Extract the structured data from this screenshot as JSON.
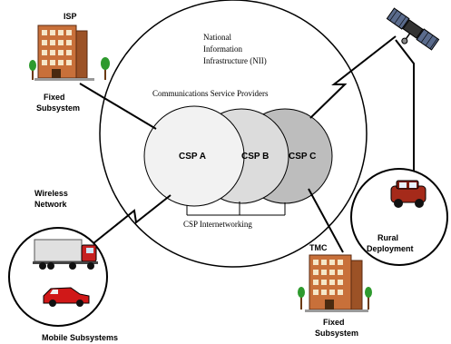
{
  "nii": {
    "title_lines": [
      "National",
      "Information",
      "Infrastructure (NII)"
    ],
    "csp_group_label": "Communications Service Providers",
    "internetworking_label": "CSP Internetworking",
    "csps": [
      {
        "label": "CSP A",
        "color": "#f2f2f2"
      },
      {
        "label": "CSP B",
        "color": "#dcdcdc"
      },
      {
        "label": "CSP C",
        "color": "#bdbdbd"
      }
    ]
  },
  "nodes": {
    "isp": {
      "label": "ISP",
      "subsystem_lines": [
        "Fixed",
        "Subsystem"
      ]
    },
    "tmc": {
      "label": "TMC",
      "subsystem_lines": [
        "Fixed",
        "Subsystem"
      ]
    },
    "wireless": {
      "lines": [
        "Wireless",
        "Network"
      ]
    },
    "mobile": {
      "label": "Mobile Subsystems"
    },
    "rural": {
      "lines": [
        "Rural",
        "Deployment"
      ]
    }
  },
  "icons": [
    "building-icon",
    "satellite-icon",
    "truck-icon",
    "car-icon",
    "suv-icon",
    "tree-icon"
  ]
}
